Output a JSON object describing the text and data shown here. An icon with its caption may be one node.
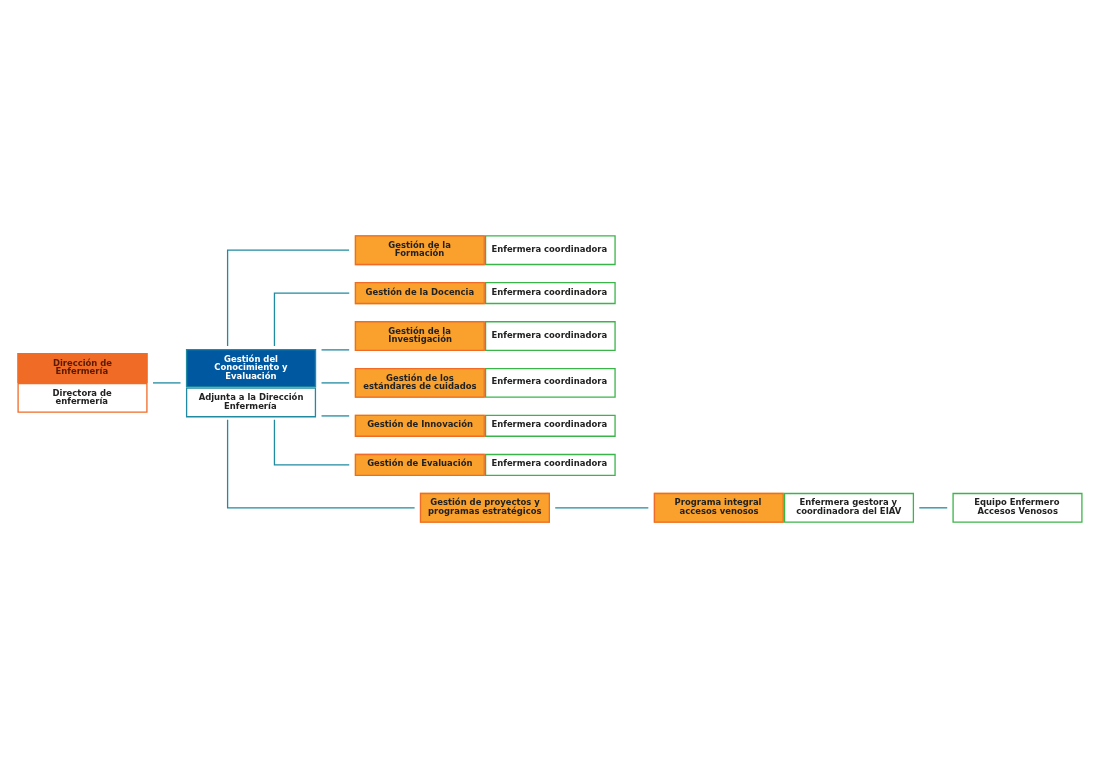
{
  "diagram": {
    "nodes": [
      {
        "text": [
          "Dirección de Enfermería",
          "Directora de enfermería"
        ]
      },
      {
        "text": [
          "Gestión del Conocimiento y Evaluación",
          "Adjunta a la Dirección Enfermería"
        ]
      },
      {
        "text": [
          "Gestión de la Formación",
          "Enfermera coordinadora"
        ]
      },
      {
        "text": [
          "Gestión de la Docencia",
          "Enfermera coordinadora"
        ]
      },
      {
        "text": [
          "Gestión de la Investigación",
          "Enfermera coordinadora"
        ]
      },
      {
        "text": [
          "Gestión de los estándares de cuidados",
          "Enfermera coordinadora"
        ]
      },
      {
        "text": [
          "Gestión de Innovación",
          "Enfermera coordinadora"
        ]
      },
      {
        "text": [
          "Gestión de Evaluación",
          "Enfermera coordinadora"
        ]
      },
      {
        "text": [
          "Gestión de proyectos y programas estratégicos"
        ]
      },
      {
        "text": [
          "Programa integral accesos venosos",
          "Enfermera gestora y coordinadora del EIAV"
        ]
      },
      {
        "text": [
          "Equipo Enfermero Accesos Venosos"
        ]
      }
    ],
    "edges": [
      {
        "from": 0,
        "to": 1,
        "arrow": "none"
      },
      {
        "from": 1,
        "to": 2,
        "arrow": "none"
      },
      {
        "from": 1,
        "to": 3,
        "arrow": "none"
      },
      {
        "from": 1,
        "to": 4,
        "arrow": "none"
      },
      {
        "from": 1,
        "to": 5,
        "arrow": "none"
      },
      {
        "from": 1,
        "to": 6,
        "arrow": "none"
      },
      {
        "from": 1,
        "to": 7,
        "arrow": "none"
      },
      {
        "from": 1,
        "to": 8,
        "arrow": "none"
      },
      {
        "from": 8,
        "to": 9,
        "arrow": "none"
      },
      {
        "from": 9,
        "to": 10,
        "arrow": "none"
      }
    ]
  }
}
